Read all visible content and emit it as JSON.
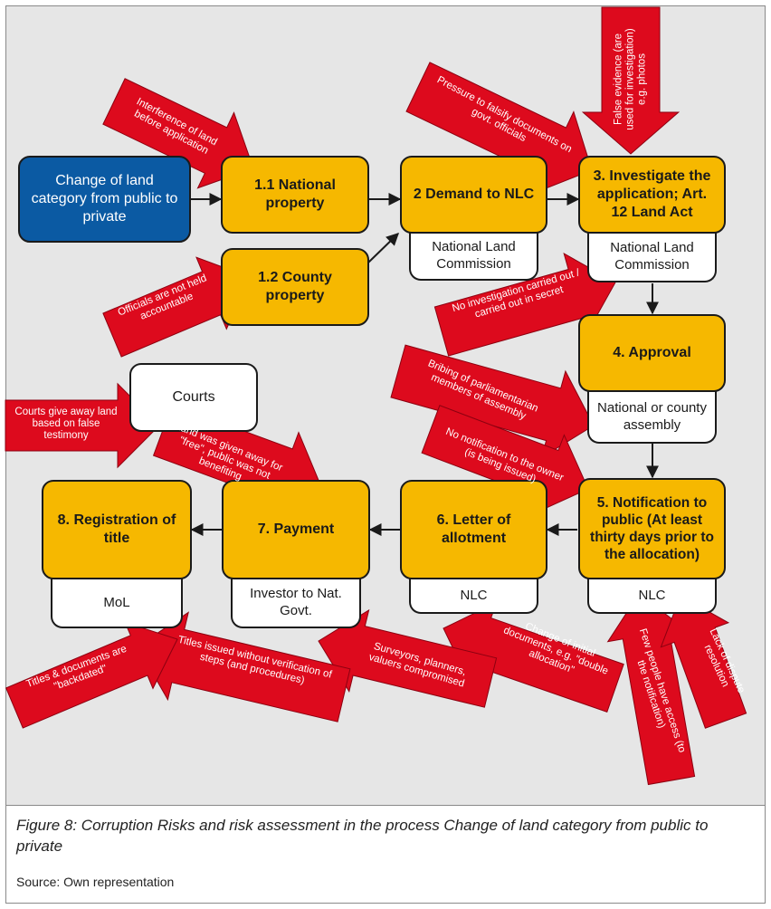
{
  "diagram": {
    "start": {
      "text": "Change of land category from public to private"
    },
    "steps": [
      {
        "id": "s11",
        "text": "1.1 National property"
      },
      {
        "id": "s12",
        "text": "1.2 County property"
      },
      {
        "id": "s2",
        "text": "2 Demand to NLC",
        "sub": "National Land Commission"
      },
      {
        "id": "s3",
        "text": "3. Investigate the application; Art. 12 Land Act",
        "sub": "National Land Commission"
      },
      {
        "id": "s4",
        "text": "4. Approval",
        "sub": "National or county assembly"
      },
      {
        "id": "s5",
        "text": "5. Notification to public (At least thirty days prior to the allocation)",
        "sub": "NLC"
      },
      {
        "id": "s6",
        "text": "6. Letter of allotment",
        "sub": "NLC"
      },
      {
        "id": "s7",
        "text": "7. Payment",
        "sub": "Investor to Nat. Govt."
      },
      {
        "id": "s8",
        "text": "8. Registration of title",
        "sub": "MoL"
      }
    ],
    "courts": "Courts",
    "risks": [
      "Interference of land before application",
      "Officials are not held accountable",
      "Pressure to falsify documents on govt. officials",
      "False evidence (are used for investigation) e.g. photos",
      "No investigation carried out / carried out in secret",
      "Bribing of parliamentarian members of assembly",
      "No notification to the owner (is being issued)",
      "Courts give away land based on false testimony",
      "Land was given away for \"free\", public was not benefiting",
      "Change of initial documents, e.g. \"double allocation\"",
      "Few people have access (to the notification)",
      "Lack of dispute resolution",
      "Surveyors, planners, valuers compromised",
      "Titles issued without verification of steps (and procedures)",
      "Titles & documents are \"backdated\""
    ],
    "colors": {
      "step": "#f6b800",
      "start": "#0b5aa3",
      "risk": "#dd0a1d",
      "background": "#e6e6e6"
    }
  },
  "caption": "Figure 8: Corruption Risks and risk assessment in the process Change of land category from public to private",
  "source": "Source: Own representation"
}
